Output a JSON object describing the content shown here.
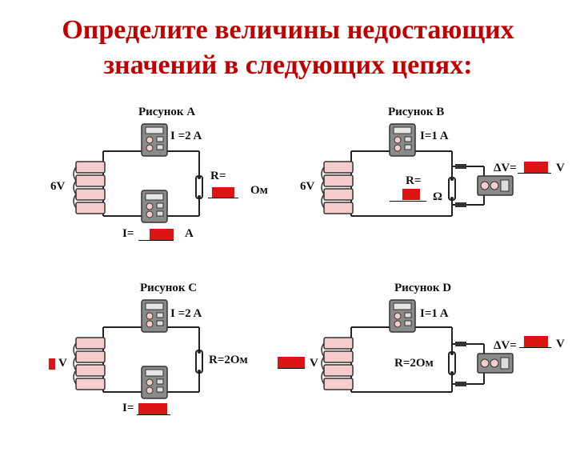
{
  "title": {
    "line1": "Определите величины недостающих",
    "line2": "значений в следующих цепях:"
  },
  "figures": {
    "a": {
      "caption": "Рисунок A",
      "source_voltage": "6V",
      "ammeter_top": "I =2 A",
      "resistor_label": "R=",
      "resistor_unit": "Ом",
      "ammeter_bottom_label": "I=",
      "ammeter_bottom_unit": "A"
    },
    "b": {
      "caption": "Рисунок B",
      "source_voltage": "6V",
      "ammeter_top": "I=1 A",
      "resistor_label": "R=",
      "resistor_unit": "Ω",
      "voltmeter_label": "ΔV=",
      "voltmeter_unit": "V"
    },
    "c": {
      "caption": "Рисунок C",
      "source_unit": "V",
      "ammeter_top": "I =2 A",
      "resistor_label": "R=2Ом",
      "side_unit": "V",
      "ammeter_bottom_label": "I="
    },
    "d": {
      "caption": "Рисунок D",
      "ammeter_top": "I=1 A",
      "resistor_label": "R=2Ом",
      "voltmeter_label": "ΔV=",
      "voltmeter_unit": "V"
    }
  },
  "colors": {
    "title": "#c00000",
    "blank": "#dc1414",
    "battery_fill": "#f6cccc",
    "meter_body": "#8a8a8a"
  }
}
